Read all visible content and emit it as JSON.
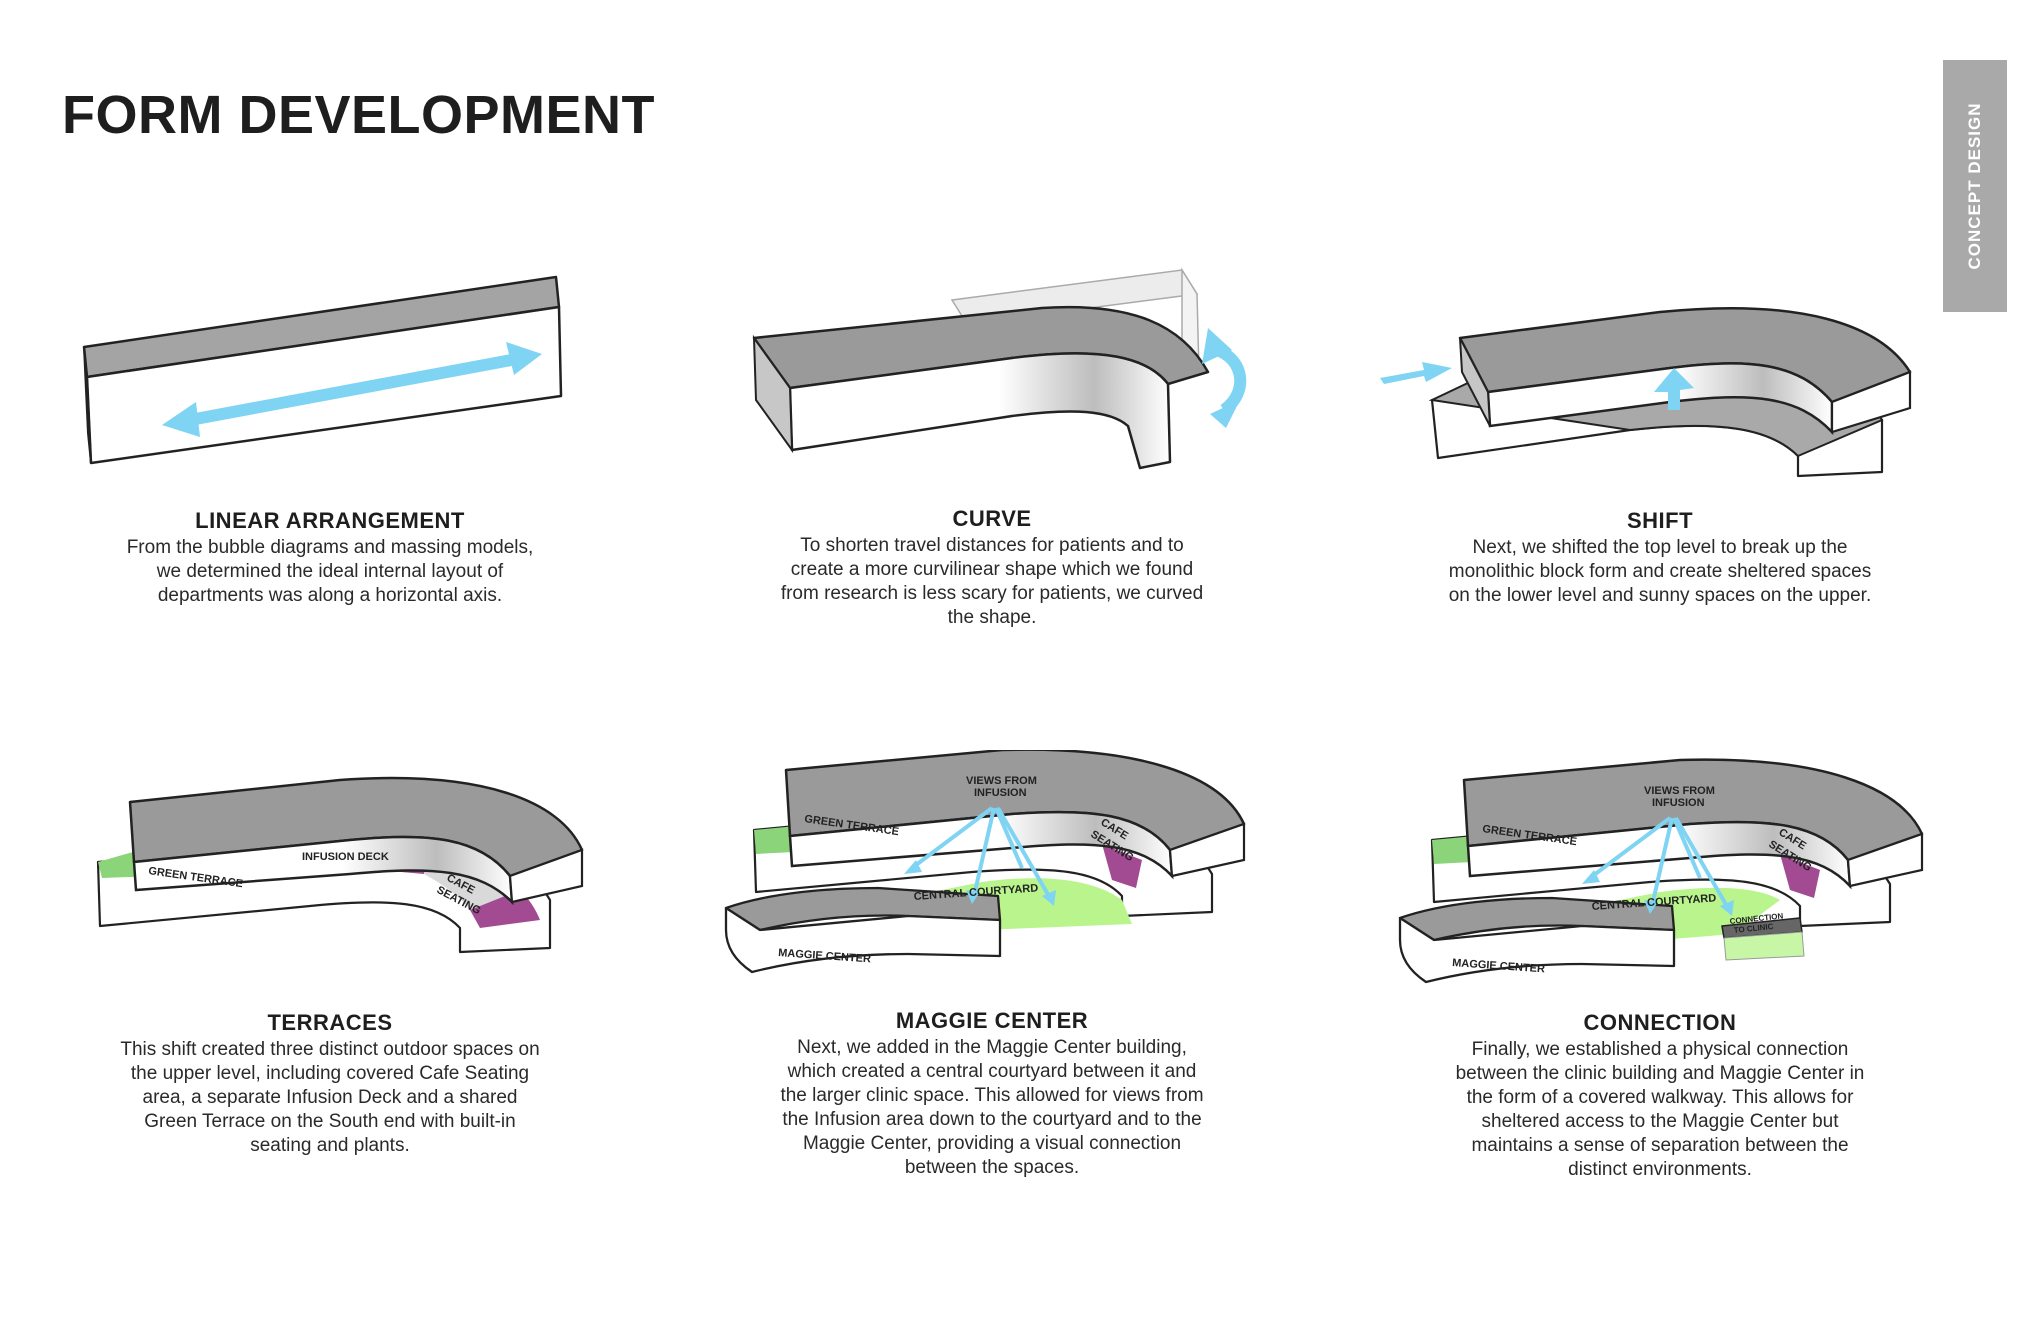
{
  "header": {
    "title": "FORM DEVELOPMENT",
    "side_tab": "CONCEPT DESIGN"
  },
  "panels": [
    {
      "heading": "LINEAR ARRANGEMENT",
      "body": "From the bubble diagrams and massing models, we determined the ideal internal layout of departments was along a horizontal axis."
    },
    {
      "heading": "CURVE",
      "body": "To shorten travel distances for patients and to create a more curvilinear shape which we found from research is less scary for patients, we curved the shape."
    },
    {
      "heading": "SHIFT",
      "body": "Next, we shifted the top level to break up the monolithic block form and create sheltered spaces on the lower level and sunny spaces on the upper."
    },
    {
      "heading": "TERRACES",
      "body": "This shift created three distinct outdoor spaces on the upper level, including covered Cafe Seating area, a separate Infusion Deck and a shared Green Terrace on the South end with built-in seating and plants.",
      "labels": {
        "green": "GREEN TERRACE",
        "infusion": "INFUSION DECK",
        "cafe1": "CAFE",
        "cafe2": "SEATING"
      }
    },
    {
      "heading": "MAGGIE CENTER",
      "body": "Next, we added in the Maggie Center building, which created a central courtyard between it and the larger clinic space. This allowed for views from the Infusion area down to the courtyard and to the Maggie Center, providing a visual connection between the spaces.",
      "labels": {
        "views1": "VIEWS FROM",
        "views2": "INFUSION",
        "green": "GREEN TERRACE",
        "cafe1": "CAFE",
        "cafe2": "SEATING",
        "courtyard": "CENTRAL COURTYARD",
        "maggie": "MAGGIE CENTER"
      }
    },
    {
      "heading": "CONNECTION",
      "body": "Finally, we established a physical connection between the clinic building and Maggie Center in the form of a covered walkway. This allows for sheltered access to the Maggie Center but maintains a sense of separation between the distinct environments.",
      "labels": {
        "views1": "VIEWS FROM",
        "views2": "INFUSION",
        "green": "GREEN TERRACE",
        "cafe1": "CAFE",
        "cafe2": "SEATING",
        "courtyard": "CENTRAL COURTYARD",
        "conn1": "CONNECTION",
        "conn2": "TO CLINIC",
        "maggie": "MAGGIE CENTER"
      }
    }
  ],
  "colors": {
    "arrow": "#7fd3f3",
    "green": "#8bd47a",
    "courtyard": "#b9f58c",
    "magenta": "#a24a92",
    "roof": "#9d9d9d"
  }
}
